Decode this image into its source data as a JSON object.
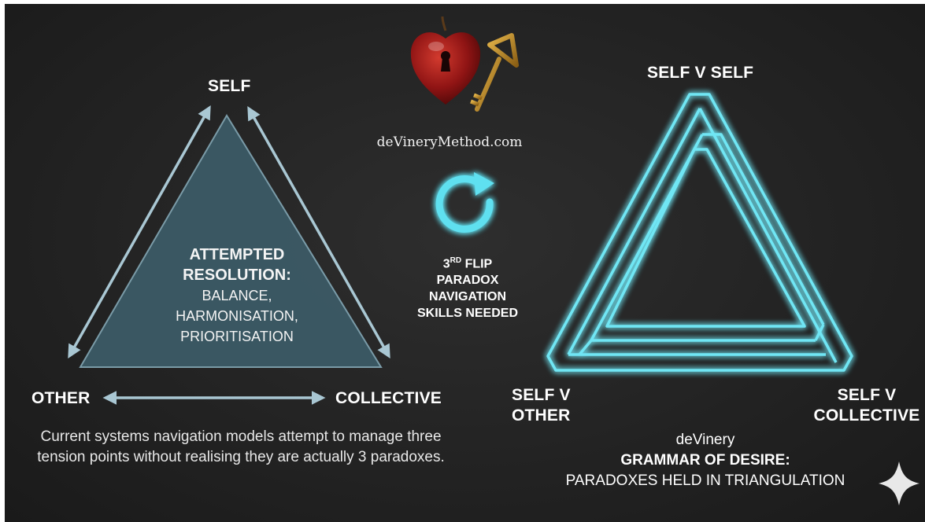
{
  "left_diagram": {
    "top_label": "SELF",
    "left_label": "OTHER",
    "right_label": "COLLECTIVE",
    "resolution_title": "ATTEMPTED\nRESOLUTION:",
    "resolution_body": "BALANCE,\nHARMONISATION,\nPRIORITISATION",
    "caption": "Current systems navigation models attempt to manage three tension points without realising they are actually 3 paradoxes."
  },
  "center": {
    "website": "deVineryMethod.com",
    "flip_ordinal_number": "3",
    "flip_ordinal_suffix": "RD",
    "flip_title": "FLIP",
    "flip_lines": [
      "PARADOX",
      "NAVIGATION",
      "SKILLS NEEDED"
    ],
    "logo_icon": "apple-heart-keyhole-icon",
    "key_icon": "key-icon",
    "cycle_icon": "circular-arrow-icon"
  },
  "right_diagram": {
    "top_label": "SELF V SELF",
    "left_label": "SELF V\nOTHER",
    "right_label": "SELF V\nCOLLECTIVE",
    "brand": "deVinery",
    "heading": "GRAMMAR OF DESIRE:",
    "subheading": "PARADOXES HELD IN TRIANGULATION"
  },
  "colors": {
    "background": "#232323",
    "triangle_fill": "#3c5a66",
    "arrow": "#a9c7d3",
    "neon": "#5fe0f0",
    "text": "#ffffff"
  },
  "corner_icon": "sparkle-icon"
}
